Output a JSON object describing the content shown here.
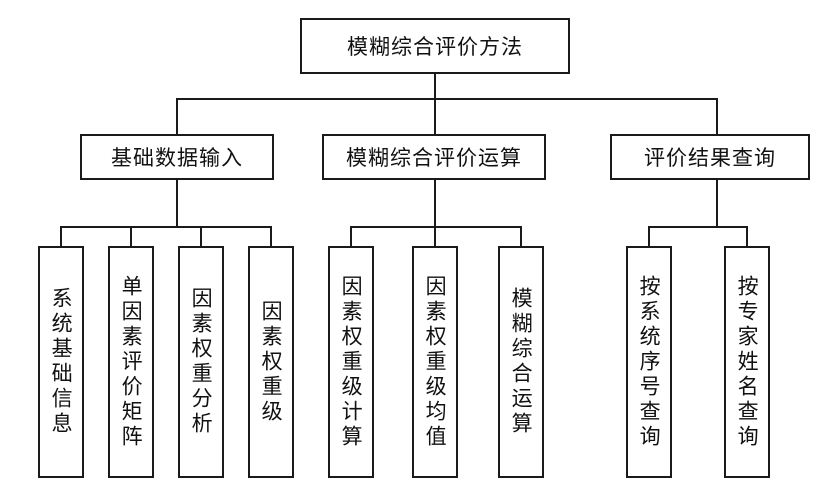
{
  "root": {
    "label": "模糊综合评价方法"
  },
  "branches": [
    {
      "label": "基础数据输入",
      "children": [
        "系统基础信息",
        "单因素评价矩阵",
        "因素权重分析",
        "因素权重级"
      ]
    },
    {
      "label": "模糊综合评价运算",
      "children": [
        "因素权重级计算",
        "因素权重级均值",
        "模糊综合运算"
      ]
    },
    {
      "label": "评价结果查询",
      "children": [
        "按系统序号查询",
        "按专家姓名查询"
      ]
    }
  ]
}
